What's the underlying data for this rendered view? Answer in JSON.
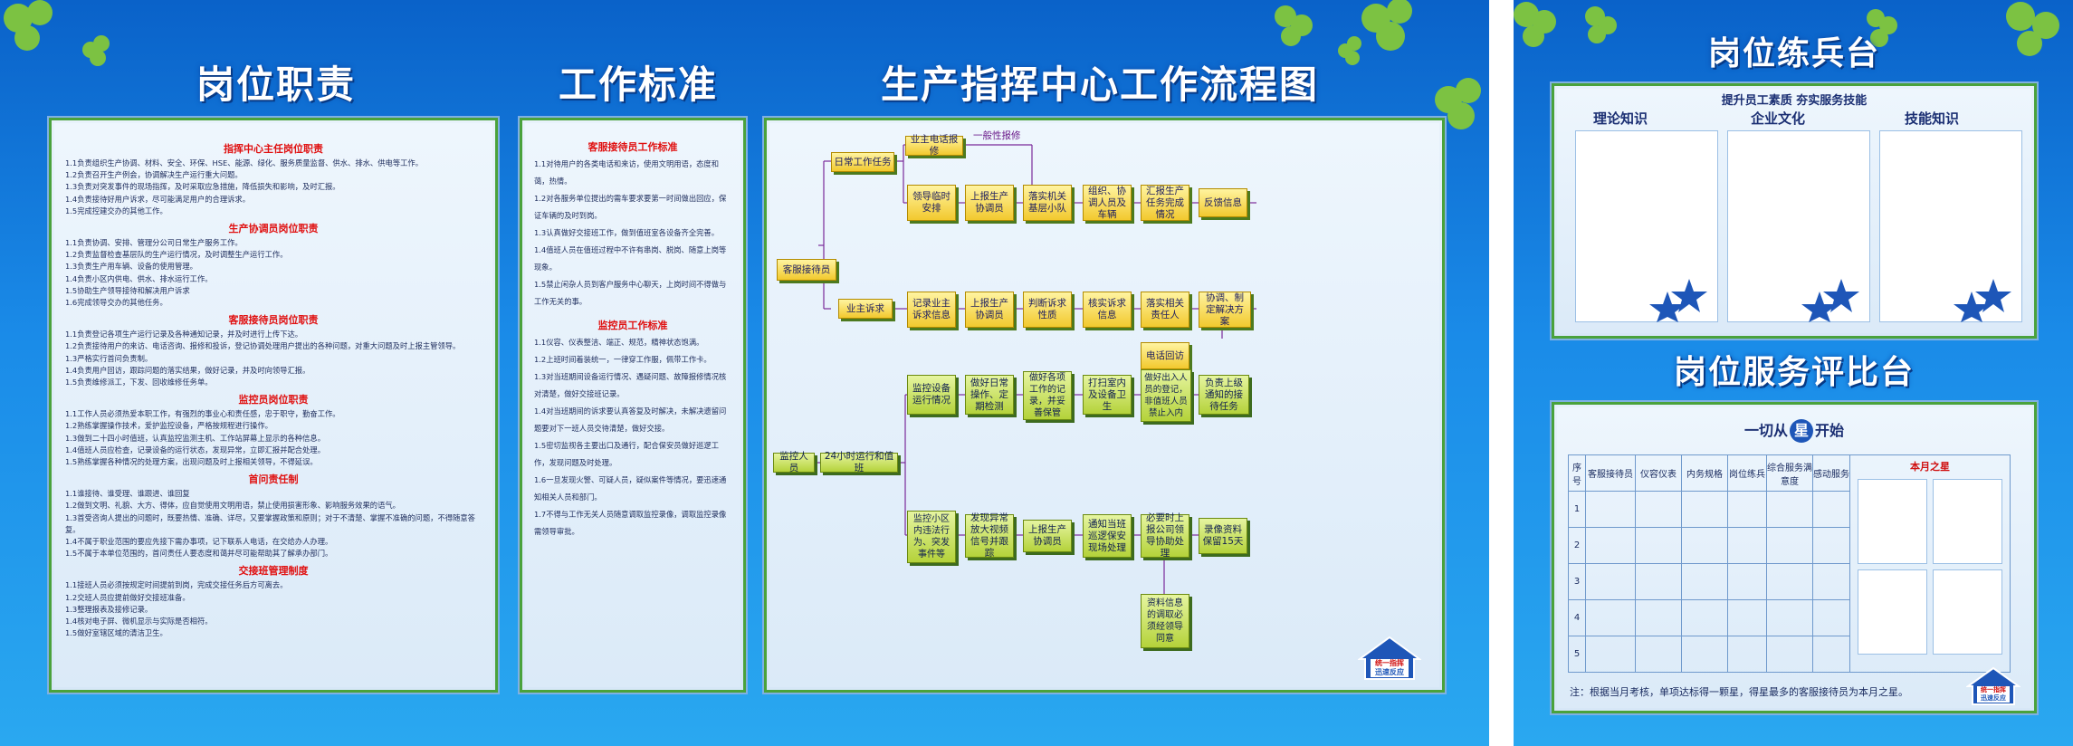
{
  "left": {
    "h1": "岗位职责",
    "h2": "工作标准",
    "h3": "生产指挥中心工作流程图",
    "duties": [
      {
        "title": "指挥中心主任岗位职责",
        "lines": [
          "1.1负责组织生产协调、材料、安全、环保、HSE、能源、绿化、服务质量监督、供水、排水、供电等工作。",
          "1.2负责召开生产例会，协调解决生产运行重大问题。",
          "1.3负责对突发事件的现场指挥，及时采取应急措施，降低损失和影响，及时汇报。",
          "1.4负责接待好用户诉求，尽可能满足用户的合理诉求。",
          "1.5完成控建交办的其他工作。"
        ]
      },
      {
        "title": "生产协调员岗位职责",
        "lines": [
          "1.1负责协调、安排、管理分公司日常生产服务工作。",
          "1.2负责监督检查基层队的生产运行情况，及时调整生产运行工作。",
          "1.3负责生产用车辆、设备的使用管理。",
          "1.4负责小区内供电、供水、排水运行工作。",
          "1.5协助生产领导接待和解决用户诉求",
          "1.6完成领导交办的其他任务。"
        ]
      },
      {
        "title": "客服接待员岗位职责",
        "lines": [
          "1.1负责登记各项生产运行记录及各种通知记录，并及时进行上传下达。",
          "1.2负责接待用户的来访、电话咨询、报修和投诉，登记协调处理用户提出的各种问题，对重大问题及时上报主管领导。",
          "1.3严格实行首问负责制。",
          "1.4负责用户回访，跟踪问题的落实结果，做好记录，并及时向领导汇报。",
          "1.5负责维修派工，下发、回收维修任务单。"
        ]
      },
      {
        "title": "监控员岗位职责",
        "lines": [
          "1.1工作人员必须热爱本职工作，有强烈的事业心和责任感，忠于职守，勤奋工作。",
          "1.2熟练掌握操作技术，爱护监控设备，严格按规程进行操作。",
          "1.3做到二十四小时值班，认真监控监测主机、工作站屏幕上显示的各种信息。",
          "1.4值班人员应检查，记录设备的运行状态，发现异常，立即汇报并配合处理。",
          "1.5熟练掌握各种情况的处理方案，出现问题及时上报相关领导，不得延误。"
        ]
      },
      {
        "title": "首问责任制",
        "lines": [
          "1.1谁接待、谁受理、谁跟进、谁回复",
          "1.2做到文明、礼貌、大方、得体，应自觉使用文明用语，禁止使用损害形象、影响服务效果的语气。",
          "1.3首受咨询人提出的问题时，既要热情、准确、详尽，又要掌握政策和原则；对于不清楚、掌握不准确的问题，不得随意答复。",
          "1.4不属于职业范围的要应先接下需办事项，记下联系人电话，在交给办人办理。",
          "1.5不属于本单位范围的，首问责任人要态度和蔼并尽可能帮助其了解承办部门。"
        ]
      },
      {
        "title": "交接班管理制度",
        "lines": [
          "1.1接班人员必须按规定时间提前到岗，完成交接任务后方可离去。",
          "1.2交班人员应提前做好交接班准备。",
          "1.3整理报表及接修记录。",
          "1.4核对电子屏、微机显示与实际是否相符。",
          "1.5做好室辖区域的清洁卫生。"
        ]
      }
    ],
    "standards": [
      {
        "title": "客服接待员工作标准",
        "lines": [
          "1.1对待用户的各类电话和来访，使用文明用语，态度和蔼，热情。",
          "1.2对各服务单位提出的需车要求要第一时间做出回应，保证车辆的及时到岗。",
          "1.3认真做好交接班工作，做到值班室各设备齐全完善。",
          "1.4值班人员在值班过程中不许有串岗、脱岗、随意上岗等现象。",
          "1.5禁止闲杂人员到客户服务中心聊天，上岗时间不得做与工作无关的事。"
        ]
      },
      {
        "title": "监控员工作标准",
        "lines": [
          "1.1仪容、仪表整洁、端正、规范，精神状态饱满。",
          "1.2上班时间着装统一，一律穿工作服，佩带工作卡。",
          "1.3对当班期间设备运行情况、遇疑问题、故障报修情况核对清楚，做好交接班记录。",
          "1.4对当班期间的诉求要认真答复及时解决，未解决遗留问题要对下一班人员交待清楚，做好交接。",
          "1.5密切监视各主要出口及通行，配合保安员做好巡逻工作，发现问题及时处理。",
          "1.6一旦发现火警、可疑人员，疑似案件等情况，要迅速通知相关人员和部门。",
          "1.7不得与工作无关人员随意调取监控录像，调取监控录像需领导审批。"
        ]
      }
    ],
    "flow": {
      "reception": "客服接待员",
      "daily": "日常工作任务",
      "phone_repair": "业主电话报修",
      "general_repair": "一般性报修",
      "row1": [
        "领导临时安排",
        "上报生产协调员",
        "落实机关基层小队",
        "组织、协调人员及车辆",
        "汇报生产任务完成情况",
        "反馈信息"
      ],
      "complaint": "业主诉求",
      "row2": [
        "记录业主诉求信息",
        "上报生产协调员",
        "判断诉求性质",
        "核实诉求信息",
        "落实相关责任人",
        "协调、制定解决方案"
      ],
      "callback": "电话回访",
      "monitor": "监控人员",
      "duty24": "24小时运行和值班",
      "row3": [
        "监控设备运行情况",
        "做好日常操作、定期检测",
        "做好各项工作的记录，并妥善保管",
        "打扫室内及设备卫生",
        "做好出入人员的登记，非值班人员禁止入内",
        "负责上级通知的接待任务"
      ],
      "row4": [
        "监控小区内违法行为、突发事件等",
        "发现异常放大视频信号并跟踪",
        "上报生产协调员",
        "通知当班巡逻保安现场处理",
        "必要时上报公司领导协助处理",
        "录像资料保留15天"
      ],
      "archive": "资料信息的调取必须经领导同意",
      "logo": [
        "统一指挥",
        "迅速反应"
      ]
    }
  },
  "right": {
    "h1": "岗位练兵台",
    "subtitle": "提升员工素质   夯实服务技能",
    "cols": [
      "理论知识",
      "企业文化",
      "技能知识"
    ],
    "h2": "岗位服务评比台",
    "slogan_a": "一切从",
    "slogan_star": "星",
    "slogan_b": "开始",
    "table_headers": [
      "序号",
      "客服接待员",
      "仪容仪表",
      "内务规格",
      "岗位练兵",
      "综合服务满意度",
      "感动服务"
    ],
    "rows": [
      "1",
      "2",
      "3",
      "4",
      "5"
    ],
    "star_of_month": "本月之星",
    "note": "注：根据当月考核，单项达标得一颗星，得星最多的客服接待员为本月之星。",
    "logo": [
      "统一指挥",
      "迅速反应"
    ]
  }
}
